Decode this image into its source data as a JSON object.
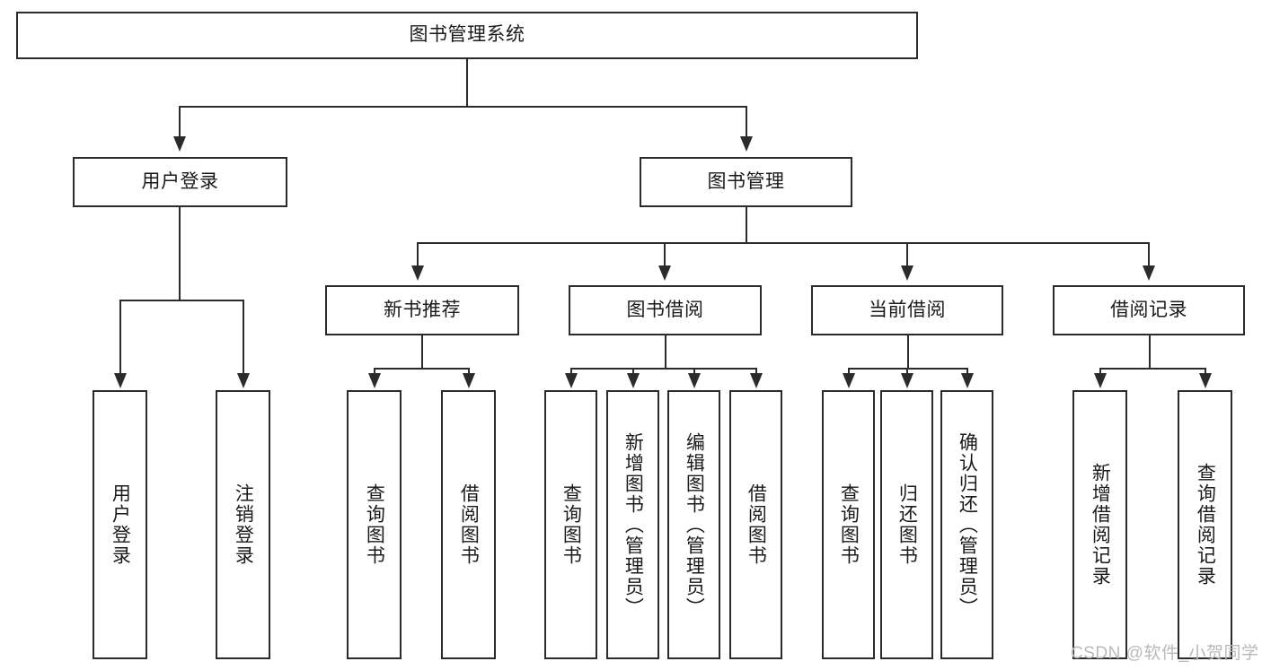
{
  "diagram": {
    "title": "图书管理系统",
    "type": "hierarchy-tree",
    "root": {
      "label": "图书管理系统"
    },
    "level2": [
      {
        "label": "用户登录"
      },
      {
        "label": "图书管理"
      }
    ],
    "level3": [
      {
        "label": "新书推荐"
      },
      {
        "label": "图书借阅"
      },
      {
        "label": "当前借阅"
      },
      {
        "label": "借阅记录"
      }
    ],
    "leaves": {
      "user_login": [
        {
          "label": "用户登录"
        },
        {
          "label": "注销登录"
        }
      ],
      "new_book_recommend": [
        {
          "label": "查询图书"
        },
        {
          "label": "借阅图书"
        }
      ],
      "book_borrow": [
        {
          "label": "查询图书"
        },
        {
          "label": "新增图书（管理员）"
        },
        {
          "label": "编辑图书（管理员）"
        },
        {
          "label": "借阅图书"
        }
      ],
      "current_borrow": [
        {
          "label": "查询图书"
        },
        {
          "label": "归还图书"
        },
        {
          "label": "确认归还（管理员）"
        }
      ],
      "borrow_record": [
        {
          "label": "新增借阅记录"
        },
        {
          "label": "查询借阅记录"
        }
      ]
    }
  },
  "watermark": {
    "text": "CSDN @软件_小贺同学"
  },
  "colors": {
    "stroke": "#2b2b2b",
    "text": "#1a1a1a",
    "background": "#ffffff",
    "watermark": "#b9b9b9"
  }
}
